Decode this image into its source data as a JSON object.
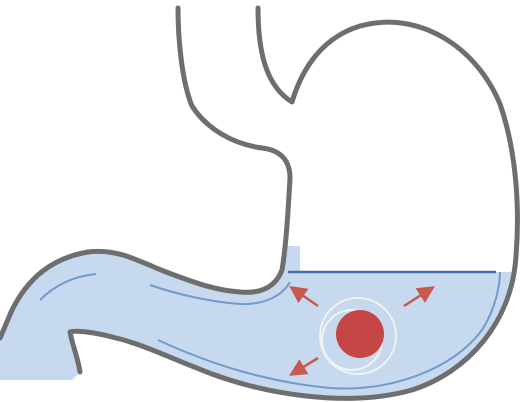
{
  "diagram": {
    "subject": "stomach-cross-section",
    "colors": {
      "outline": "#6e6e6e",
      "liquid_fill": "#c6d9ef",
      "liquid_edge": "#4f7fbd",
      "liquid_surface": "#3f6fa8",
      "tablet": "#c64545",
      "tablet_halo": "#f2f2f2",
      "arrows": "#c8594f",
      "background": "#ffffff"
    },
    "liquid_level": 0.33,
    "arrow_count": 3,
    "halo_ring_count": 2,
    "icons": {
      "tablet": "dissolving-tablet-icon",
      "arrow": "dispersion-arrow-icon"
    }
  }
}
